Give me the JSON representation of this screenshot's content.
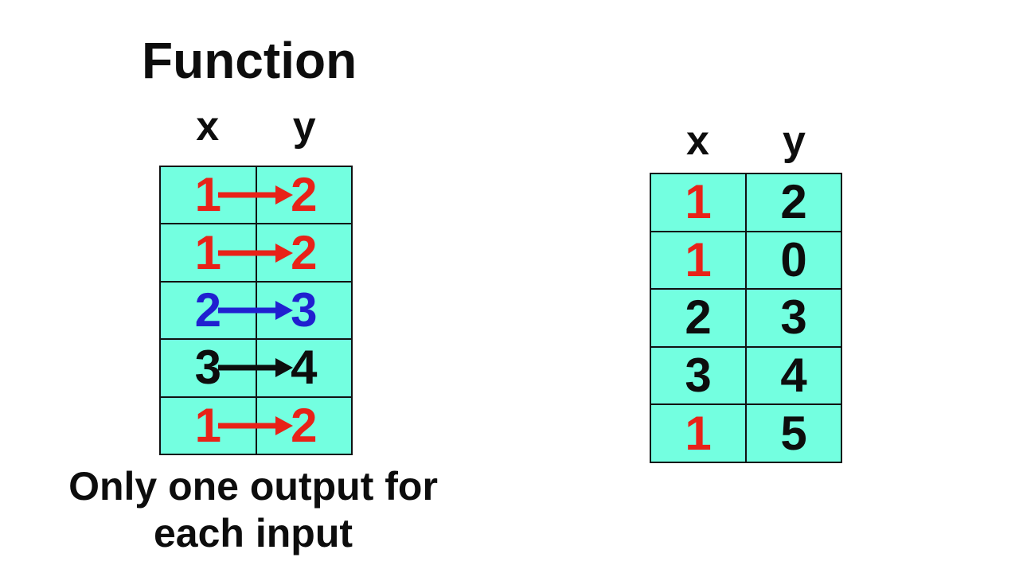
{
  "title": "Function",
  "colors": {
    "red": "#e82218",
    "blue": "#2020d0",
    "black": "#0d0d0d",
    "ink": "#0d0d0d",
    "cell_bg": "#73ffe0",
    "border": "#111111"
  },
  "left_table": {
    "headers": {
      "x": "x",
      "y": "y"
    },
    "rows": [
      {
        "x": "1",
        "y": "2",
        "color": "#e82218"
      },
      {
        "x": "1",
        "y": "2",
        "color": "#e82218"
      },
      {
        "x": "2",
        "y": "3",
        "color": "#2020d0"
      },
      {
        "x": "3",
        "y": "4",
        "color": "#0d0d0d"
      },
      {
        "x": "1",
        "y": "2",
        "color": "#e82218"
      }
    ]
  },
  "caption": {
    "line1": "Only one output for",
    "line2": "each input"
  },
  "right_table": {
    "headers": {
      "x": "x",
      "y": "y"
    },
    "rows": [
      {
        "x": "1",
        "x_color": "#e82218",
        "y": "2",
        "y_color": "#0d0d0d"
      },
      {
        "x": "1",
        "x_color": "#e82218",
        "y": "0",
        "y_color": "#0d0d0d"
      },
      {
        "x": "2",
        "x_color": "#0d0d0d",
        "y": "3",
        "y_color": "#0d0d0d"
      },
      {
        "x": "3",
        "x_color": "#0d0d0d",
        "y": "4",
        "y_color": "#0d0d0d"
      },
      {
        "x": "1",
        "x_color": "#e82218",
        "y": "5",
        "y_color": "#0d0d0d"
      }
    ]
  }
}
